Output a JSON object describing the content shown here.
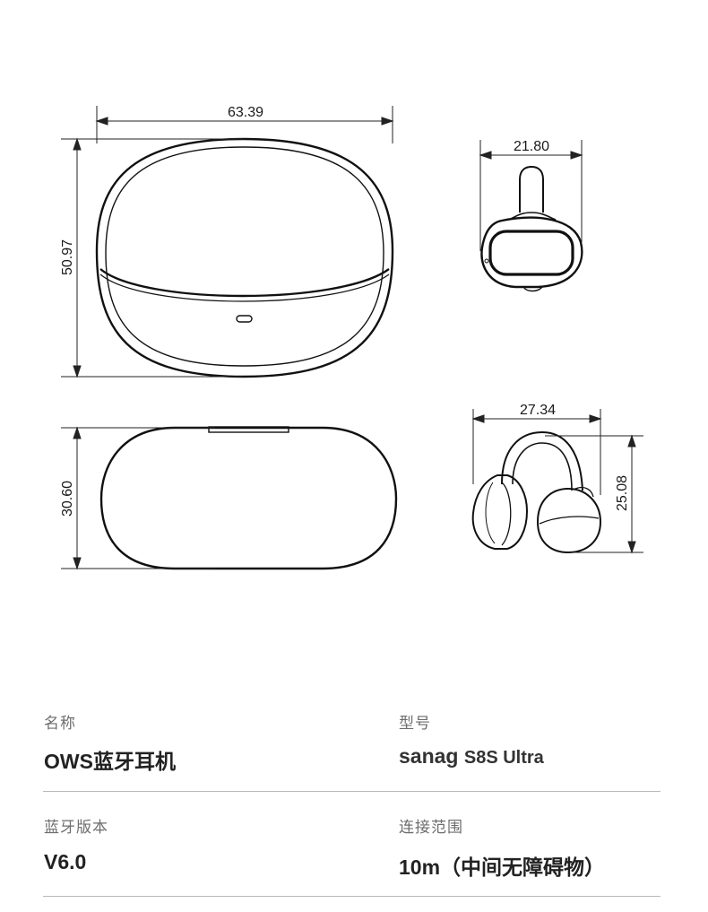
{
  "dimensions": {
    "case_width": "63.39",
    "case_height": "50.97",
    "case_depth": "30.60",
    "earbud_width": "21.80",
    "earbud_span": "27.34",
    "earbud_height": "25.08"
  },
  "specs": {
    "name_label": "名称",
    "name_value": "OWS蓝牙耳机",
    "model_label": "型号",
    "model_brand": "sanag",
    "model_value": "S8S Ultra",
    "bt_version_label": "蓝牙版本",
    "bt_version_value": "V6.0",
    "range_label": "连接范围",
    "range_value": "10m（中间无障碍物）"
  }
}
